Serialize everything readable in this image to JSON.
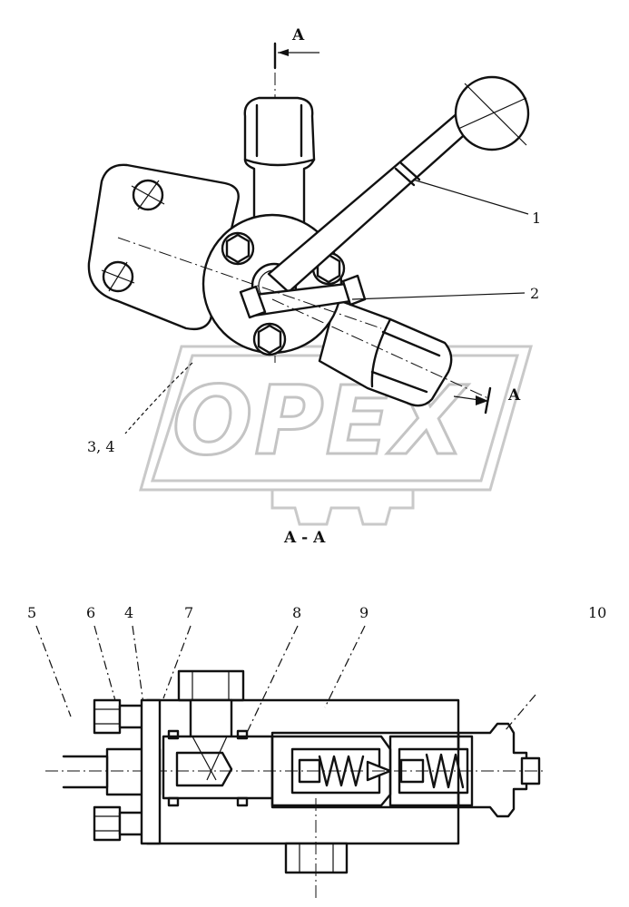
{
  "section_marker": {
    "letter": "A"
  },
  "section_title": "A - A",
  "watermark": {
    "text": "OPEX"
  },
  "callouts_top": [
    {
      "id": "callout-1",
      "text": "1"
    },
    {
      "id": "callout-2",
      "text": "2"
    },
    {
      "id": "callout-3-4",
      "text": "3, 4"
    }
  ],
  "callouts_bottom": [
    {
      "id": "callout-5",
      "text": "5"
    },
    {
      "id": "callout-6",
      "text": "6"
    },
    {
      "id": "callout-4b",
      "text": "4"
    },
    {
      "id": "callout-7",
      "text": "7"
    },
    {
      "id": "callout-8",
      "text": "8"
    },
    {
      "id": "callout-9",
      "text": "9"
    },
    {
      "id": "callout-10",
      "text": "10"
    }
  ]
}
